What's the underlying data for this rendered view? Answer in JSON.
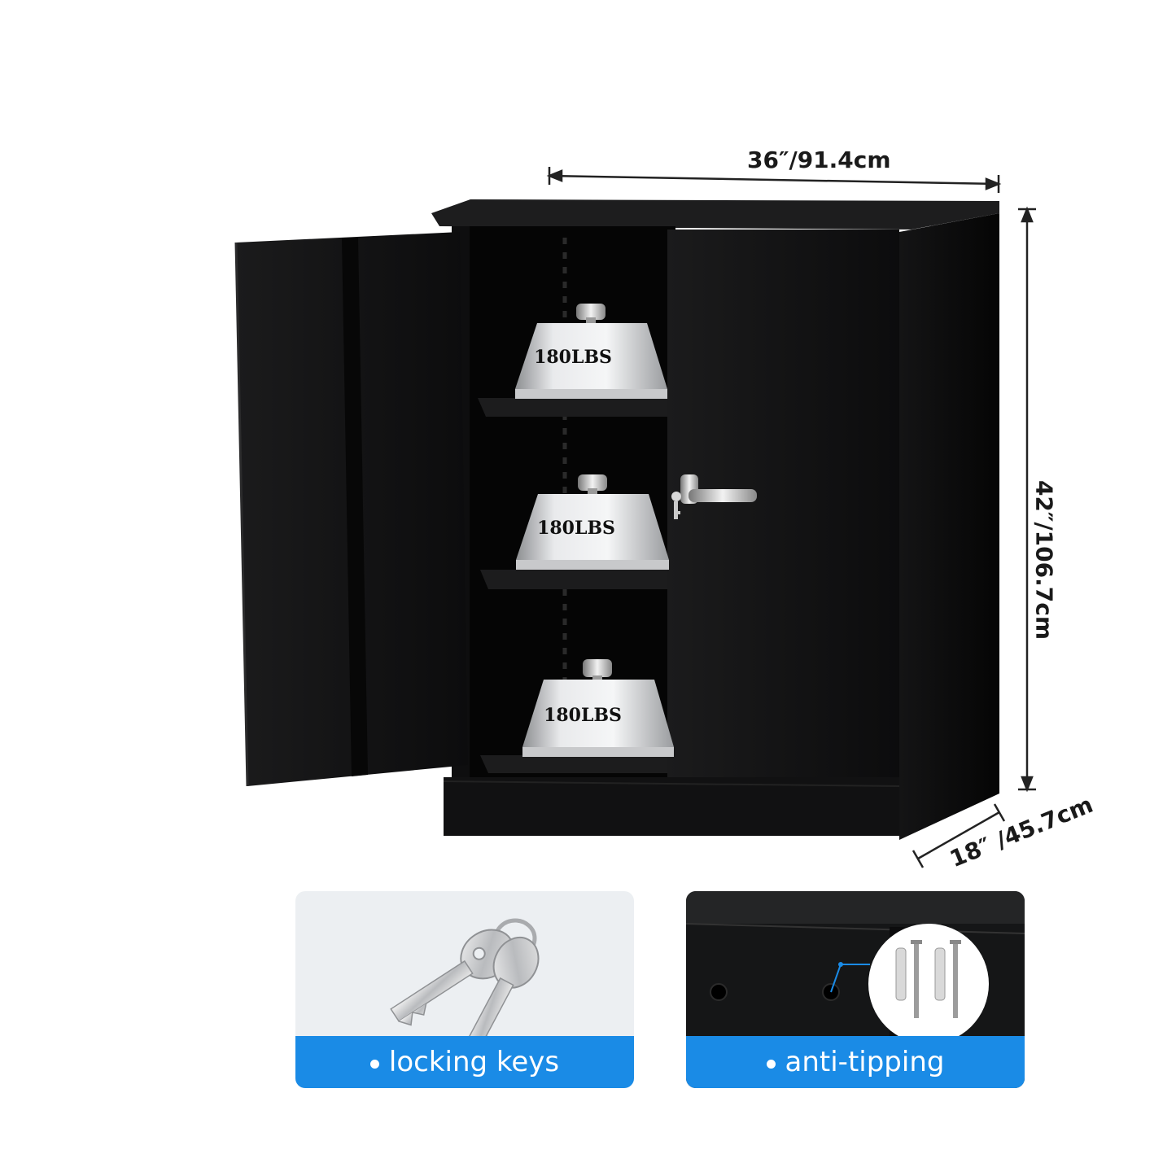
{
  "dimensions": {
    "width": "36″/91.4cm",
    "height": "42″/106.7cm",
    "depth": "18″ /45.7cm"
  },
  "weights": {
    "top_shelf": "180LBS",
    "middle_shelf": "180LBS",
    "bottom_shelf": "180LBS"
  },
  "features": {
    "keys_label": "locking keys",
    "anti_tip_label": "anti-tipping"
  },
  "icons": {
    "keys": "key-icon",
    "screws": "screw-anchor-icon",
    "handle": "door-handle-icon",
    "weight": "weight-icon"
  },
  "colors": {
    "cabinet": "#0f0f10",
    "banner": "#1a8be6",
    "weight_metal": "#c9cbce"
  }
}
